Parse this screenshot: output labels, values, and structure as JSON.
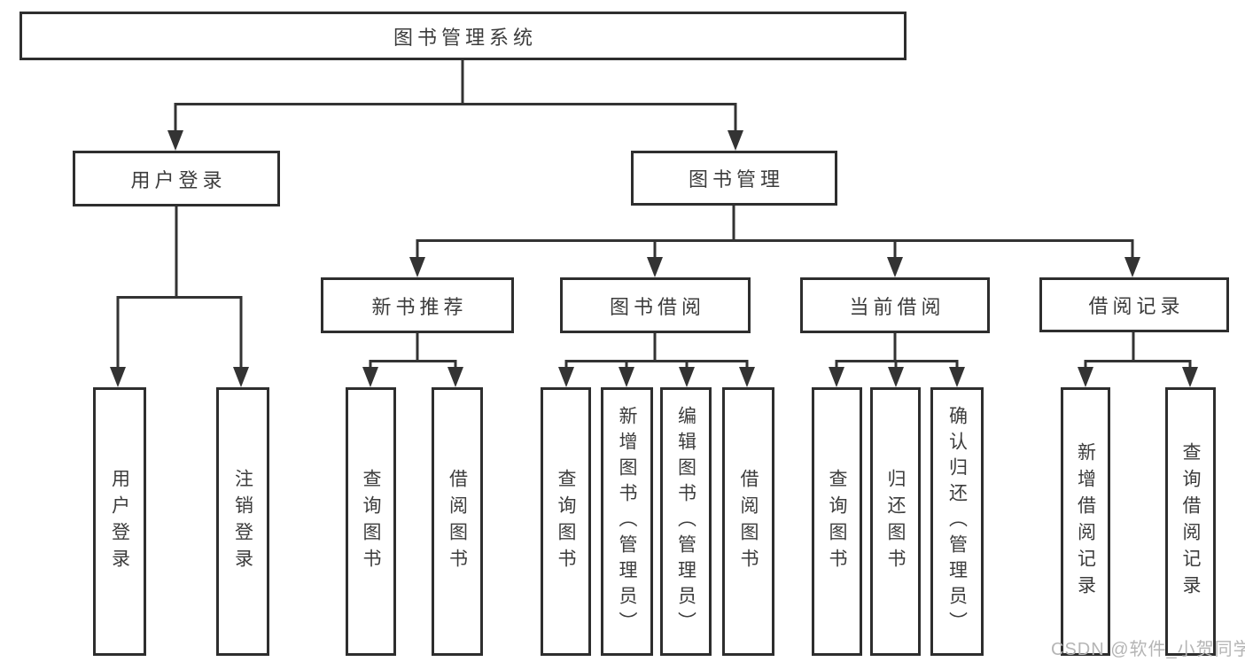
{
  "diagram": {
    "root": "图书管理系统",
    "level2": {
      "user_login": "用户登录",
      "book_mgmt": "图书管理"
    },
    "level3": {
      "new_book_rec": "新书推荐",
      "book_borrow": "图书借阅",
      "current_borrow": "当前借阅",
      "borrow_record": "借阅记录"
    },
    "leaves": {
      "user_login": "用户登录",
      "logout": "注销登录",
      "query_book_1": "查询图书",
      "borrow_book_1": "借阅图书",
      "query_book_2": "查询图书",
      "add_book": "新增图书（管理员）",
      "edit_book": "编辑图书（管理员）",
      "borrow_book_2": "借阅图书",
      "query_book_3": "查询图书",
      "return_book": "归还图书",
      "confirm_return": "确认归还（管理员）",
      "add_record": "新增借阅记录",
      "query_record": "查询借阅记录"
    }
  },
  "watermark": {
    "text": "CSDN @软件_小贺同学"
  },
  "colors": {
    "line": "#333333",
    "box_border": "#2e2e2e",
    "text": "#3c3c3c",
    "watermark": "#b5b5b5",
    "background": "#ffffff"
  }
}
